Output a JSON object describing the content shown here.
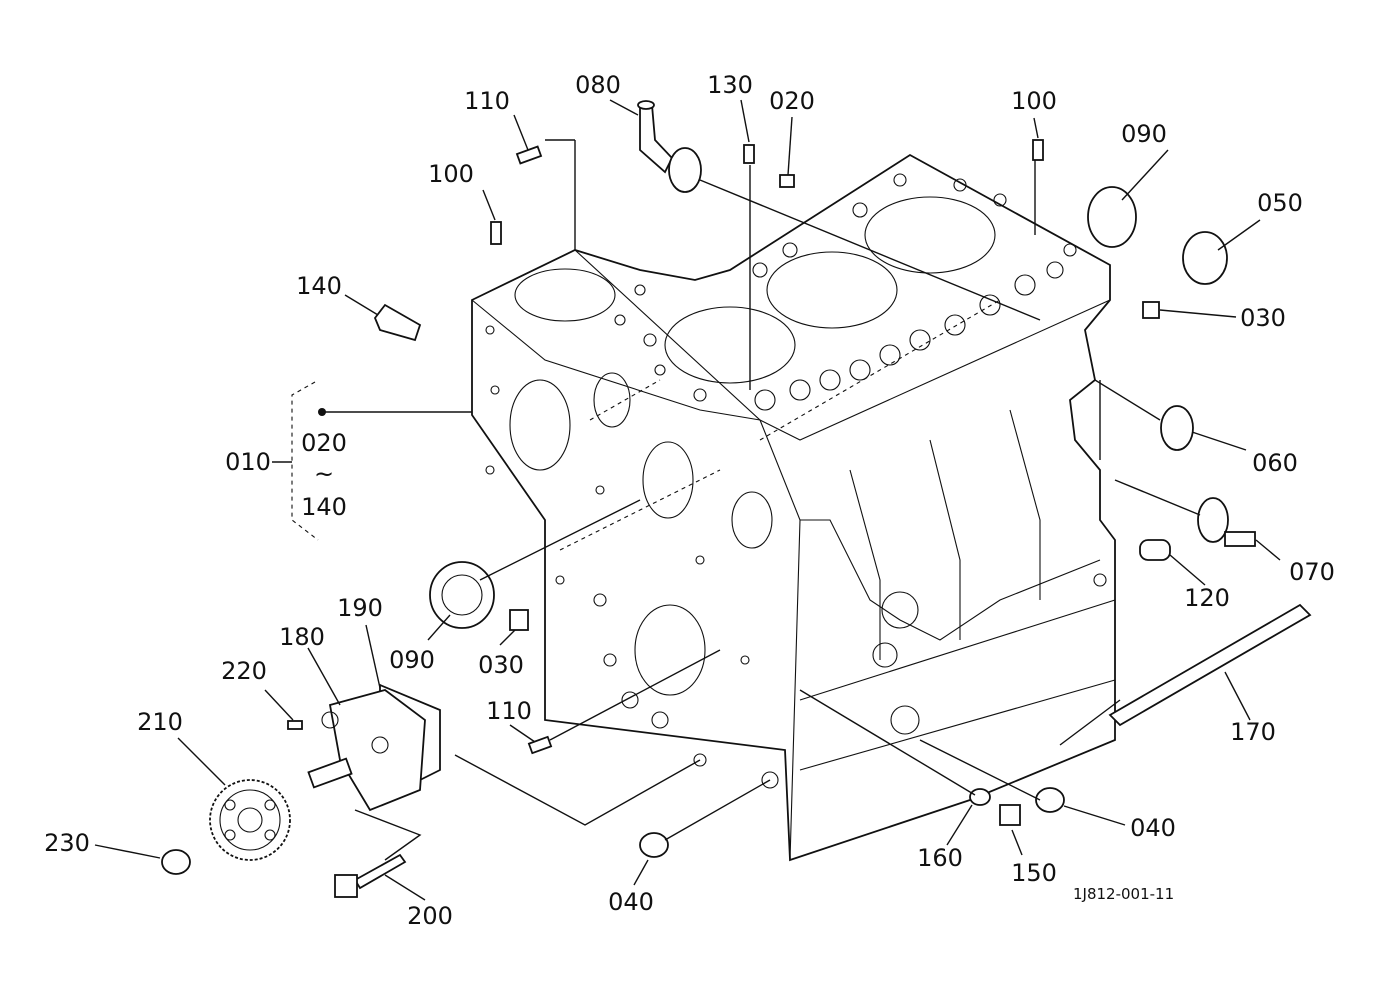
{
  "diagram": {
    "drawing_code": "1J812-001-11",
    "group_label": {
      "main": "010",
      "from": "020",
      "tilde": "~",
      "to": "140"
    },
    "callouts": [
      {
        "id": "c-110-top",
        "text": "110"
      },
      {
        "id": "c-080",
        "text": "080"
      },
      {
        "id": "c-130",
        "text": "130"
      },
      {
        "id": "c-020-top",
        "text": "020"
      },
      {
        "id": "c-100-right",
        "text": "100"
      },
      {
        "id": "c-090-right",
        "text": "090"
      },
      {
        "id": "c-050",
        "text": "050"
      },
      {
        "id": "c-100-left",
        "text": "100"
      },
      {
        "id": "c-140",
        "text": "140"
      },
      {
        "id": "c-030-right",
        "text": "030"
      },
      {
        "id": "c-060",
        "text": "060"
      },
      {
        "id": "c-070",
        "text": "070"
      },
      {
        "id": "c-120",
        "text": "120"
      },
      {
        "id": "c-190",
        "text": "190"
      },
      {
        "id": "c-180",
        "text": "180"
      },
      {
        "id": "c-090-left",
        "text": "090"
      },
      {
        "id": "c-030-left",
        "text": "030"
      },
      {
        "id": "c-220",
        "text": "220"
      },
      {
        "id": "c-210",
        "text": "210"
      },
      {
        "id": "c-110-bottom",
        "text": "110"
      },
      {
        "id": "c-170",
        "text": "170"
      },
      {
        "id": "c-230",
        "text": "230"
      },
      {
        "id": "c-040-right",
        "text": "040"
      },
      {
        "id": "c-160",
        "text": "160"
      },
      {
        "id": "c-150",
        "text": "150"
      },
      {
        "id": "c-200",
        "text": "200"
      },
      {
        "id": "c-040-bottom",
        "text": "040"
      }
    ]
  }
}
